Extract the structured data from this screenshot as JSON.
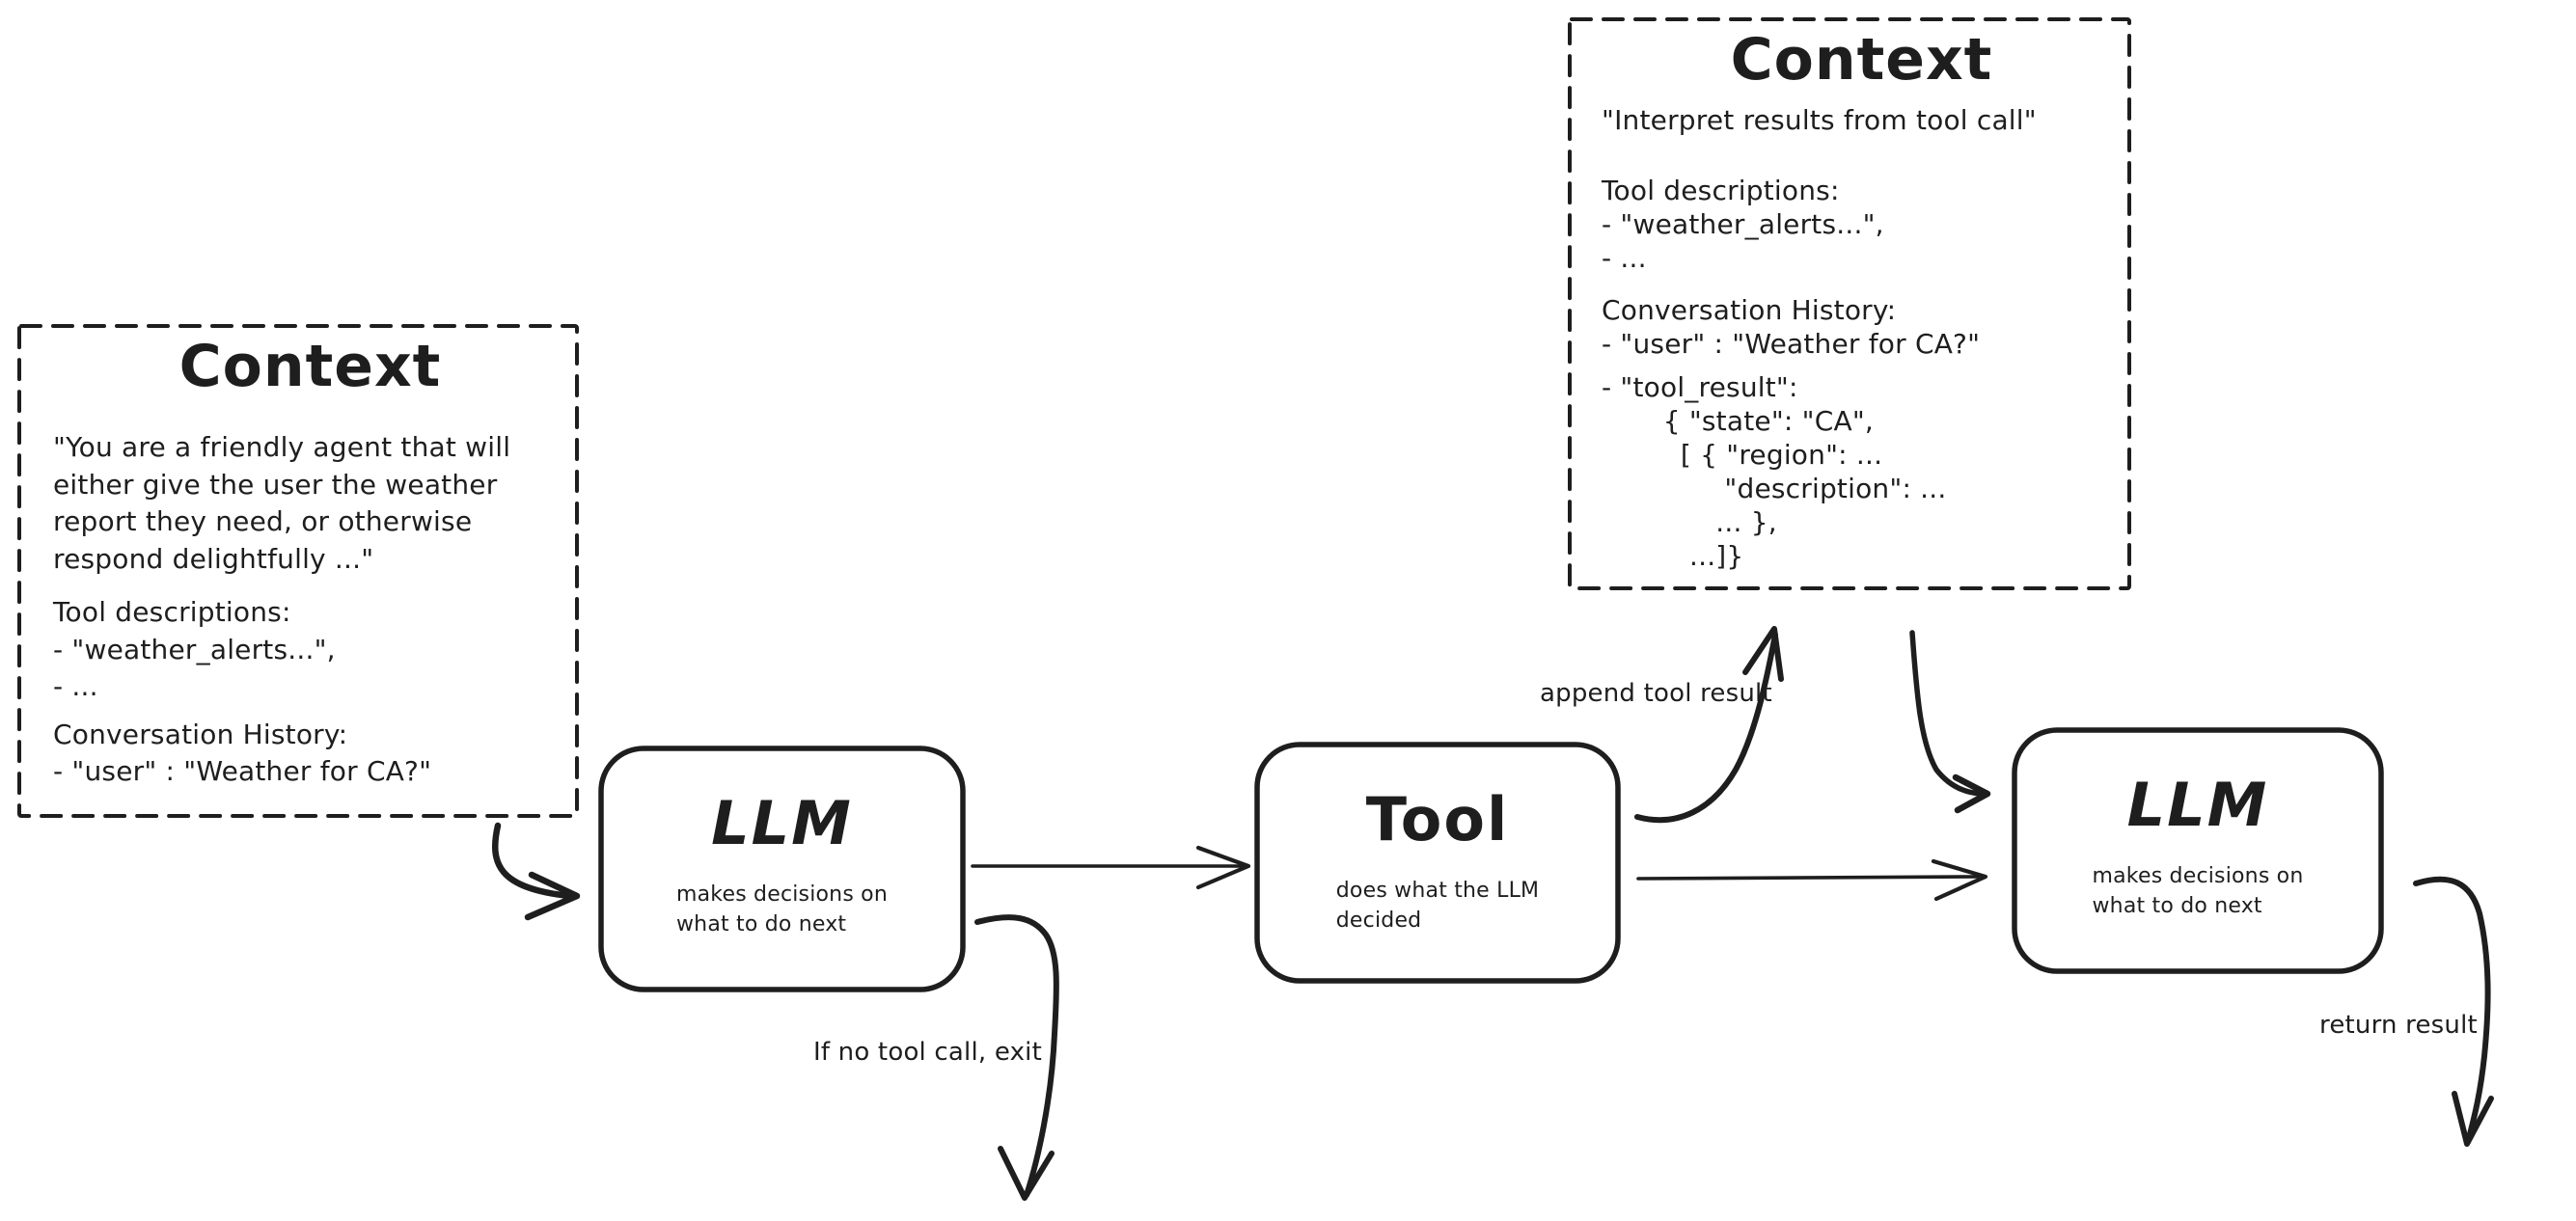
{
  "diagram": {
    "background": "#ffffff",
    "stroke_color": "#1e1e1e",
    "context_left": {
      "title": "Context",
      "blocks": [
        "\"You are a friendly agent that will\neither give the user the weather\nreport they need, or otherwise\nrespond delightfully ...\"",
        "Tool descriptions:\n- \"weather_alerts...\",\n- ...",
        "Conversation History:\n- \"user\" : \"Weather for CA?\""
      ]
    },
    "context_right": {
      "title": "Context",
      "blocks": [
        "\"Interpret results from tool call\"",
        "Tool descriptions:\n- \"weather_alerts...\",\n- ...",
        "Conversation History:\n- \"user\" : \"Weather for CA?\"",
        "- \"tool_result\":\n       { \"state\": \"CA\",\n         [ { \"region\": ...\n              \"description\": ...\n             ... },\n          ...]}"
      ]
    },
    "nodes": {
      "llm_1": {
        "title": "LLM",
        "body": "makes decisions on\nwhat to do next"
      },
      "tool": {
        "title": "Tool",
        "body": "does what the LLM\ndecided"
      },
      "llm_2": {
        "title": "LLM",
        "body": "makes decisions on\nwhat to do next"
      }
    },
    "edge_labels": {
      "append_tool_result": "append tool result",
      "if_no_tool_call_exit": "If no tool call, exit",
      "return_result": "return result"
    }
  }
}
